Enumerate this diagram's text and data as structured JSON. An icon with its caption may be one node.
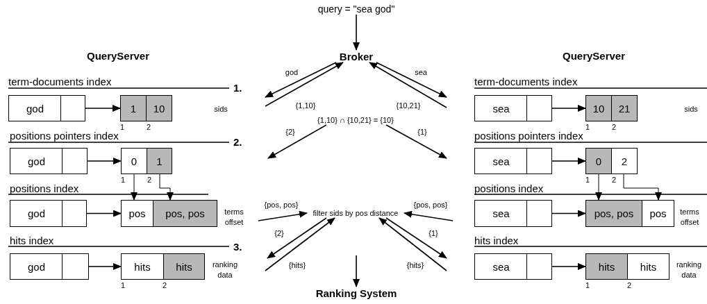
{
  "diagram": {
    "nodes": [
      {
        "text": [
          "query = \"sea god\""
        ]
      },
      {
        "text": [
          "Broker"
        ]
      },
      {
        "text": [
          "god"
        ]
      },
      {
        "text": [
          "1"
        ]
      },
      {
        "text": [
          "10"
        ]
      },
      {
        "text": [
          "sea"
        ]
      },
      {
        "text": [
          "10"
        ]
      },
      {
        "text": [
          "21"
        ]
      },
      {
        "text": [
          "god"
        ]
      },
      {
        "text": [
          "0"
        ]
      },
      {
        "text": [
          "1"
        ]
      },
      {
        "text": [
          "sea"
        ]
      },
      {
        "text": [
          "0"
        ]
      },
      {
        "text": [
          "2"
        ]
      },
      {
        "text": [
          "god"
        ]
      },
      {
        "text": [
          "pos"
        ]
      },
      {
        "text": [
          "pos, pos"
        ]
      },
      {
        "text": [
          "sea"
        ]
      },
      {
        "text": [
          "pos, pos"
        ]
      },
      {
        "text": [
          "pos"
        ]
      },
      {
        "text": [
          "filter sids by pos distance"
        ]
      },
      {
        "text": [
          "god"
        ]
      },
      {
        "text": [
          "hits"
        ]
      },
      {
        "text": [
          "hits"
        ]
      },
      {
        "text": [
          "sea"
        ]
      },
      {
        "text": [
          "hits"
        ]
      },
      {
        "text": [
          "hits"
        ]
      },
      {
        "text": [
          "Ranking System"
        ]
      },
      {
        "text": [
          "{1,10} ∩ {10,21} = {10}"
        ]
      }
    ],
    "edges": [
      {
        "from": 0,
        "to": 1,
        "arrow": "to"
      },
      {
        "from": 2,
        "to": 3,
        "arrow": "to"
      },
      {
        "from": 5,
        "to": 6,
        "arrow": "to"
      },
      {
        "from": 8,
        "to": 9,
        "arrow": "to"
      },
      {
        "from": 11,
        "to": 12,
        "arrow": "to"
      },
      {
        "from": 14,
        "to": 15,
        "arrow": "to"
      },
      {
        "from": 17,
        "to": 18,
        "arrow": "to"
      },
      {
        "from": 21,
        "to": 22,
        "arrow": "to"
      },
      {
        "from": 24,
        "to": 25,
        "arrow": "to"
      },
      {
        "from": 9,
        "to": 15,
        "arrow": "to"
      },
      {
        "from": 10,
        "to": 16,
        "arrow": "to"
      },
      {
        "from": 12,
        "to": 18,
        "arrow": "to"
      },
      {
        "from": 13,
        "to": 19,
        "arrow": "to"
      },
      {
        "from": 1,
        "to": null,
        "arrow": "to",
        "label": "god"
      },
      {
        "from": null,
        "to": 1,
        "arrow": "to",
        "label": "{1,10}"
      },
      {
        "from": 1,
        "to": null,
        "arrow": "to",
        "label": "sea"
      },
      {
        "from": null,
        "to": 1,
        "arrow": "to",
        "label": "{10,21}"
      },
      {
        "from": 28,
        "to": null,
        "arrow": "to",
        "label": "{2}"
      },
      {
        "from": 28,
        "to": null,
        "arrow": "to",
        "label": "{1}"
      },
      {
        "from": null,
        "to": 20,
        "arrow": "to",
        "label": "{pos, pos}"
      },
      {
        "from": null,
        "to": 20,
        "arrow": "to",
        "label": "{pos, pos}"
      },
      {
        "from": 20,
        "to": null,
        "arrow": "to",
        "label": "{2}"
      },
      {
        "from": null,
        "to": 20,
        "arrow": "to",
        "label": "{hits}"
      },
      {
        "from": 20,
        "to": null,
        "arrow": "to",
        "label": "{1}"
      },
      {
        "from": null,
        "to": 20,
        "arrow": "to",
        "label": "{hits}"
      },
      {
        "from": null,
        "to": 27,
        "arrow": "to"
      }
    ],
    "labels": [
      "QueryServer",
      "QueryServer",
      "term-documents index",
      "1.",
      "term-documents index",
      "sids",
      "1",
      "2",
      "sids",
      "1",
      "2",
      "positions pointers index",
      "2.",
      "positions pointers index",
      "1",
      "2",
      "1",
      "2",
      "positions index",
      "positions index",
      "terms offset",
      "terms offset",
      "hits index",
      "3.",
      "hits index",
      "ranking data",
      "1",
      "2",
      "ranking data",
      "1",
      "2"
    ]
  }
}
